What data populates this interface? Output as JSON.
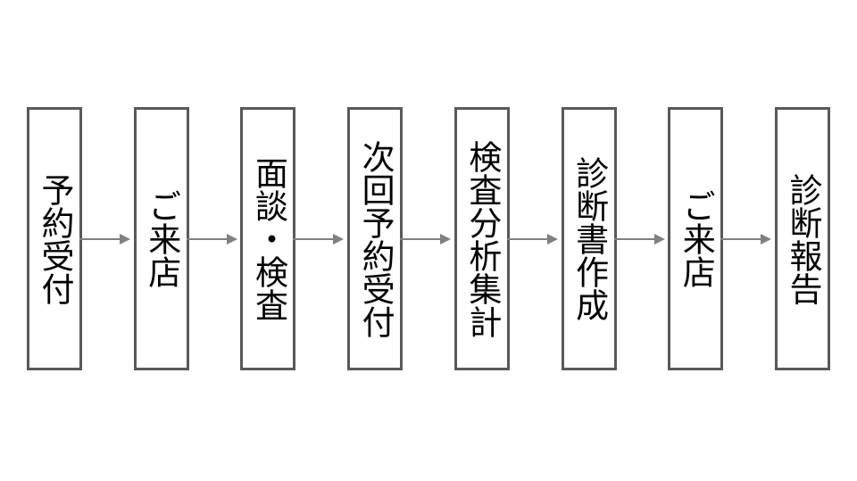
{
  "diagram": {
    "type": "linear-process-flow",
    "title": "",
    "orientation": "horizontal",
    "text_direction": "vertical",
    "background_color": "#ffffff",
    "box_border_color": "#595959",
    "box_fill_color": "#ffffff",
    "text_color": "#000000",
    "arrow_color": "#808080",
    "step_count": 8,
    "steps": [
      {
        "id": "step-1",
        "label": "予約受付",
        "order": 1
      },
      {
        "id": "step-2",
        "label": "ご来店",
        "order": 2
      },
      {
        "id": "step-3",
        "label": "面談・検査",
        "order": 3
      },
      {
        "id": "step-4",
        "label": "次回予約受付",
        "order": 4
      },
      {
        "id": "step-5",
        "label": "検査分析集計",
        "order": 5
      },
      {
        "id": "step-6",
        "label": "診断書作成",
        "order": 6
      },
      {
        "id": "step-7",
        "label": "ご来店",
        "order": 7
      },
      {
        "id": "step-8",
        "label": "診断報告",
        "order": 8
      }
    ],
    "connectors": [
      {
        "from": "step-1",
        "to": "step-2",
        "icon": "arrow-right-icon"
      },
      {
        "from": "step-2",
        "to": "step-3",
        "icon": "arrow-right-icon"
      },
      {
        "from": "step-3",
        "to": "step-4",
        "icon": "arrow-right-icon"
      },
      {
        "from": "step-4",
        "to": "step-5",
        "icon": "arrow-right-icon"
      },
      {
        "from": "step-5",
        "to": "step-6",
        "icon": "arrow-right-icon"
      },
      {
        "from": "step-6",
        "to": "step-7",
        "icon": "arrow-right-icon"
      },
      {
        "from": "step-7",
        "to": "step-8",
        "icon": "arrow-right-icon"
      }
    ]
  }
}
